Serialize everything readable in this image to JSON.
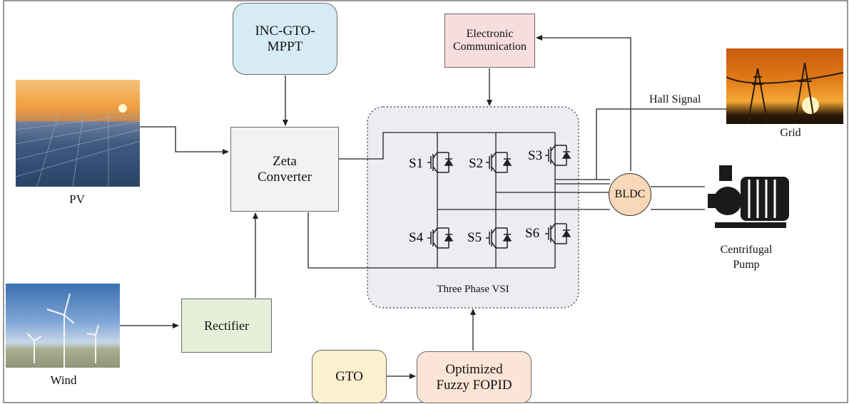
{
  "blocks": {
    "mppt": "INC-GTO-MPPT",
    "comm_line1": "Electronic",
    "comm_line2": "Communication",
    "zeta_line1": "Zeta",
    "zeta_line2": "Converter",
    "rectifier": "Rectifier",
    "gto": "GTO",
    "fopid_line1": "Optimized",
    "fopid_line2": "Fuzzy FOPID",
    "bldc": "BLDC"
  },
  "labels": {
    "pv": "PV",
    "wind": "Wind",
    "grid": "Grid",
    "hall_signal": "Hall Signal",
    "vsi": "Three Phase VSI",
    "pump_line1": "Centrifugal",
    "pump_line2": "Pump"
  },
  "switches": [
    "S1",
    "S2",
    "S3",
    "S4",
    "S5",
    "S6"
  ],
  "colors": {
    "mppt_fill": "#d6ebf5",
    "comm_fill": "#f6dede",
    "zeta_fill": "#f2f2f2",
    "rectifier_fill": "#e6f0d8",
    "gto_fill": "#fcf0cf",
    "fopid_fill": "#fbe5d6",
    "vsi_fill": "#ececf2",
    "bldc_fill": "#f8d8b8",
    "line": "#222222"
  }
}
